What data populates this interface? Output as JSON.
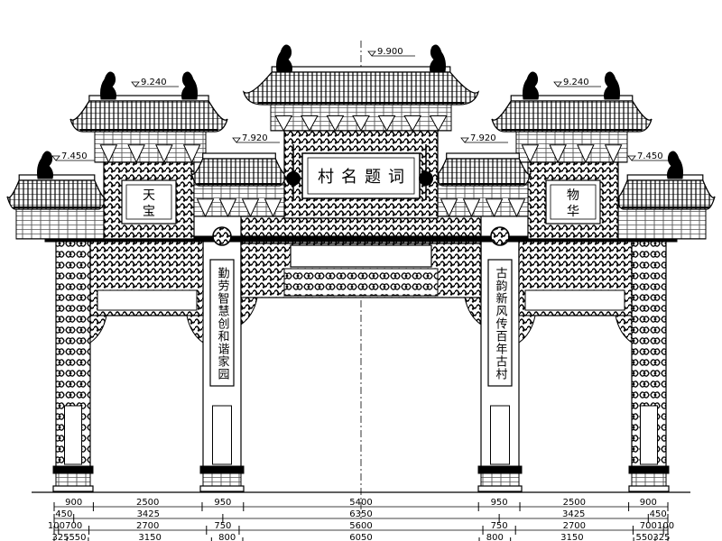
{
  "drawing": {
    "colors": {
      "ink": "#000000",
      "paper": "#ffffff"
    },
    "elevations": {
      "main_roof": "9.900",
      "secondary_roof_left": "9.240",
      "secondary_roof_right": "9.240",
      "middle_roof_left": "7.920",
      "middle_roof_right": "7.920",
      "outer_roof_left": "7.450",
      "outer_roof_right": "7.450"
    },
    "inscriptions": {
      "main_board": [
        "村",
        "名",
        "题",
        "词"
      ],
      "left_panel": [
        "天",
        "宝"
      ],
      "right_panel": [
        "物",
        "华"
      ],
      "left_couplet": "勤劳智慧创和谐家园",
      "right_couplet": "古韵新风传百年古村"
    },
    "dimensions": {
      "row1": [
        "900",
        "2500",
        "950",
        "5400",
        "950",
        "2500",
        "900"
      ],
      "row2": [
        "450",
        "3425",
        "6350",
        "3425",
        "450"
      ],
      "row3": [
        "100",
        "700",
        "2700",
        "750",
        "5600",
        "750",
        "2700",
        "700",
        "100"
      ],
      "row4": [
        "325",
        "550",
        "3150",
        "800",
        "6050",
        "800",
        "3150",
        "550",
        "325"
      ]
    }
  }
}
